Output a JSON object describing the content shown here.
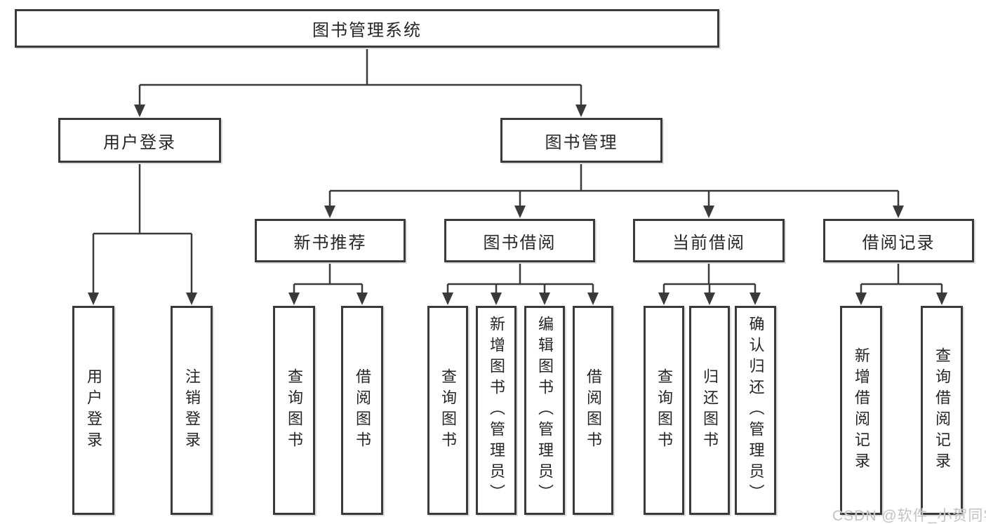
{
  "diagram": {
    "type": "hierarchy-tree",
    "tree": {
      "root": "图书管理系统",
      "user_login": "用户登录",
      "book_mgmt": "图书管理",
      "level3": [
        "新书推荐",
        "图书借阅",
        "当前借阅",
        "借阅记录"
      ],
      "user_login_leaves": [
        "用户登录",
        "注销登录"
      ],
      "new_book_leaves": [
        "查询图书",
        "借阅图书"
      ],
      "book_borrow_leaves": [
        "查询图书",
        "新增图书（管理员）",
        "编辑图书（管理员）",
        "借阅图书"
      ],
      "current_borrow_leaves": [
        "查询图书",
        "归还图书",
        "确认归还（管理员）"
      ],
      "borrow_record_leaves": [
        "新增借阅记录",
        "查询借阅记录"
      ]
    },
    "colors": {
      "line": "#3a3a3a",
      "box_border": "#3a3a3a",
      "text": "#262626",
      "watermark": "#c3c3c3",
      "background": "#ffffff"
    },
    "watermark": "CSDN @软件_小贺同学"
  }
}
